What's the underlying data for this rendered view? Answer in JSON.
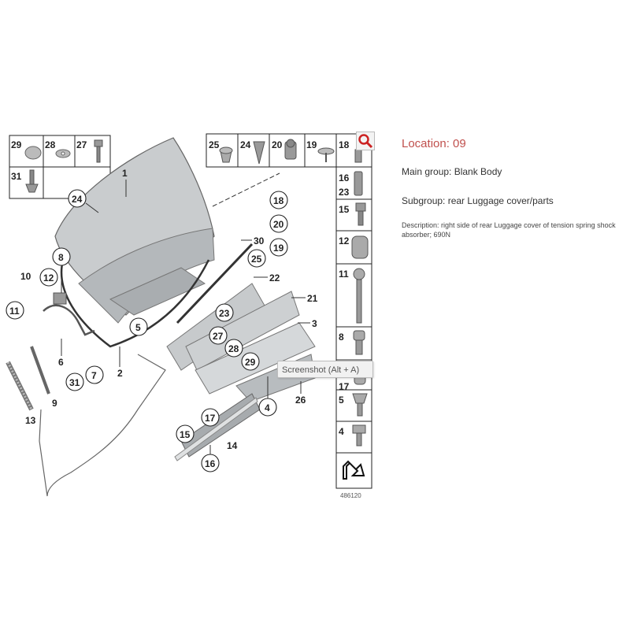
{
  "info": {
    "location": "Location: 09",
    "main_group": "Main group: Blank Body",
    "subgroup": "Subgroup: rear Luggage cover/parts",
    "description": "Description: right side of rear Luggage cover of tension spring shock absorber; 690N"
  },
  "tooltip": "Screenshot (Alt + A)",
  "diagram_id": "486120",
  "part_labels": {
    "p1": "1",
    "p2": "2",
    "p3": "3",
    "p4": "4",
    "p5": "5",
    "p6": "6",
    "p7": "7",
    "p8": "8",
    "p9": "9",
    "p10": "10",
    "p11": "11",
    "p12": "12",
    "p13": "13",
    "p14": "14",
    "p15": "15",
    "p16": "16",
    "p17": "17",
    "p18": "18",
    "p19": "19",
    "p20": "20",
    "p21": "21",
    "p22": "22",
    "p23": "23",
    "p24": "24",
    "p25": "25",
    "p26": "26",
    "p27": "27",
    "p28": "28",
    "p29": "29",
    "p30": "30",
    "p31": "31"
  },
  "icons": {
    "zoom": "magnifier-icon",
    "arrow": "return-arrow-icon"
  },
  "colors": {
    "location": "#c0504d",
    "zoom_icon": "#cc2222"
  }
}
